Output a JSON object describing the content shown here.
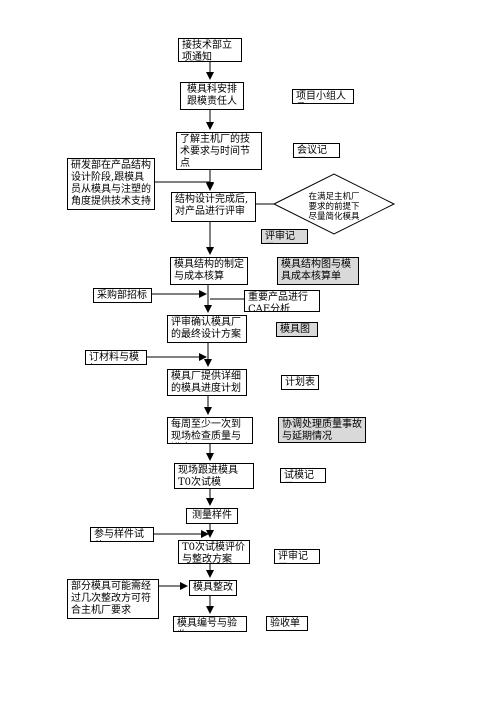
{
  "steps": {
    "s1": "接技术部立项通知",
    "s2": "模具科安排跟模责任人",
    "s3": "了解主机厂的技术要求与时间节点",
    "s4": "结构设计完成后,对产品进行评审",
    "s5": "模具结构的制定与成本核算",
    "s6": "评审确认模具厂的最终设计方案",
    "s7": "模具厂提供详细的模具进度计划",
    "s8": "每周至少一次到现场检查质量与进度",
    "s9": "现场跟进模具T0次试模",
    "s10": "测量样件",
    "s11": "T0次试模评价与整改方案",
    "s12": "模具整改",
    "s13": "模具编号与验收"
  },
  "right_notes": {
    "r1": "项目小组人员",
    "r2": "会议记录",
    "r3": "评审记录",
    "r4": "模具结构图与模具成本核算单",
    "r5": "重要产品进行CAE分析",
    "r6": "模具图",
    "r7": "计划表",
    "r8": "协调处理质量事故与延期情况",
    "r9": "试模记录",
    "r10": "评审记录",
    "r11": "验收单"
  },
  "left_notes": {
    "l1": "研发部在产品结构设计阶段,跟模具员从模具与注塑的角度提供技术支持",
    "l2": "采购部招标",
    "l3": "订材料与模架",
    "l4": "参与样件试装",
    "l5": "部分模具可能需经过几次整改方可符合主机厂要求"
  },
  "decision": "在满足主机厂要求的前提下尽量简化模具"
}
